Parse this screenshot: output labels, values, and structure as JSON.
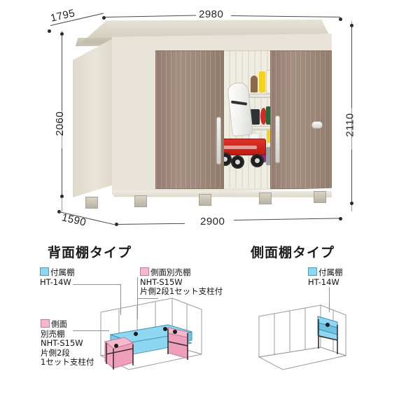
{
  "product": {
    "type": "storage-shed-dimension-diagram",
    "unit_note": "mm"
  },
  "dimensions": {
    "roof_depth": "1795",
    "roof_width": "2980",
    "body_height": "2060",
    "total_height": "2110",
    "base_depth": "1590",
    "base_width": "2900"
  },
  "sections": [
    {
      "id": "rear-shelf-type",
      "title": "背面棚タイプ",
      "labels": [
        {
          "id": "accessory-shelf-top",
          "swatch": "cyan",
          "lines": [
            "付属棚",
            "HT-14W"
          ]
        },
        {
          "id": "side-optional-shelf-right",
          "swatch": "pink",
          "lines": [
            "側面別売棚",
            "NHT-S15W",
            "片側2段1セット支柱付"
          ]
        },
        {
          "id": "side-optional-shelf-left",
          "swatch": "pink",
          "lines": [
            "側面",
            "別売棚",
            "NHT-S15W",
            "片側2段",
            "1セット支柱付"
          ]
        }
      ]
    },
    {
      "id": "side-shelf-type",
      "title": "側面棚タイプ",
      "labels": [
        {
          "id": "accessory-shelf",
          "swatch": "cyan",
          "lines": [
            "付属棚",
            "HT-14W"
          ]
        }
      ]
    }
  ],
  "colors": {
    "accessory_shelf": "#8fd8f2",
    "optional_shelf": "#f6b8cd",
    "door": "#a48d7e",
    "body": "#e7e3d8",
    "roof": "#dcd7c8",
    "wagon": "#d02a20",
    "dimension_text": "#262626"
  }
}
